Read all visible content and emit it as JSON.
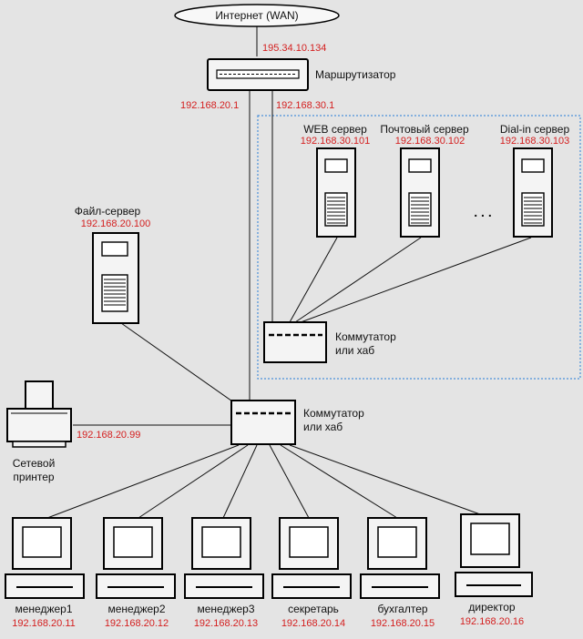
{
  "internet": {
    "label": "Интернет (WAN)",
    "ip": "195.34.10.134"
  },
  "router": {
    "label": "Маршрутизатор",
    "ip_left": "192.168.20.1",
    "ip_right": "192.168.30.1"
  },
  "servers": [
    {
      "name": "WEB сервер",
      "ip": "192.168.30.101"
    },
    {
      "name": "Почтовый сервер",
      "ip": "192.168.30.102"
    },
    {
      "name": "Dial-in сервер",
      "ip": "192.168.30.103"
    }
  ],
  "servers_ellipsis": ". . .",
  "file_server": {
    "name": "Файл-сервер",
    "ip": "192.168.20.100"
  },
  "dmz_switch": {
    "line1": "Коммутатор",
    "line2": "или хаб"
  },
  "main_switch": {
    "line1": "Коммутатор",
    "line2": "или хаб"
  },
  "printer": {
    "line1": "Сетевой",
    "line2": "принтер",
    "ip": "192.168.20.99"
  },
  "workstations": [
    {
      "name": "менеджер1",
      "ip": "192.168.20.11"
    },
    {
      "name": "менеджер2",
      "ip": "192.168.20.12"
    },
    {
      "name": "менеджер3",
      "ip": "192.168.20.13"
    },
    {
      "name": "секретарь",
      "ip": "192.168.20.14"
    },
    {
      "name": "бухгалтер",
      "ip": "192.168.20.15"
    },
    {
      "name": "директор",
      "ip": "192.168.20.16"
    }
  ],
  "colors": {
    "ip_text": "#d42020",
    "dmz_border": "#4a90d9",
    "background": "#e4e4e4"
  }
}
